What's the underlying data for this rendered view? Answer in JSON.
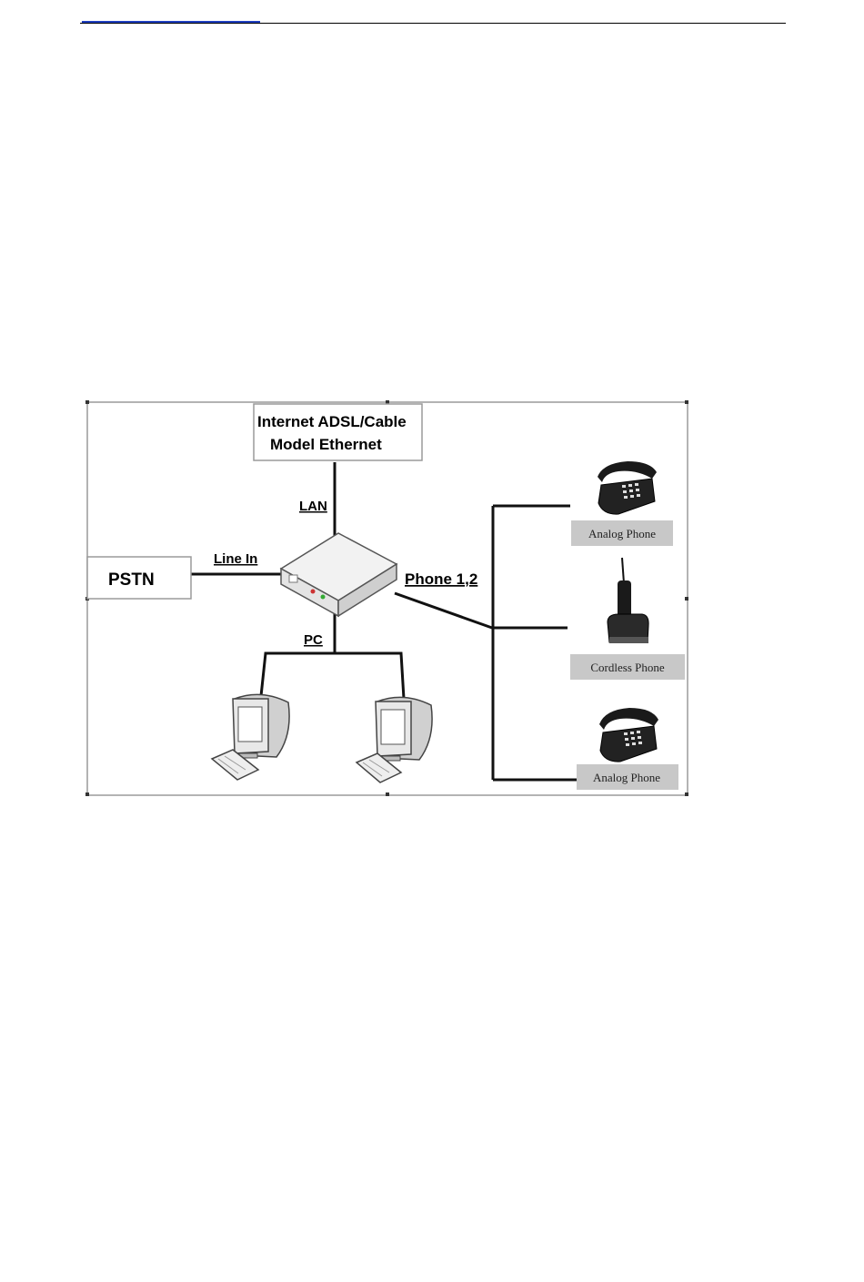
{
  "diagram": {
    "internet_box": {
      "line1": "Internet ADSL/Cable",
      "line2": "Model Ethernet"
    },
    "pstn_box": "PSTN",
    "connections": {
      "lan": "LAN",
      "line_in": "Line In",
      "phone": "Phone 1,2",
      "pc": "PC"
    },
    "devices": [
      {
        "label": "Analog Phone",
        "icon": "desk-phone-icon"
      },
      {
        "label": "Cordless Phone",
        "icon": "cordless-phone-icon"
      },
      {
        "label": "Analog Phone",
        "icon": "desk-phone-icon"
      }
    ],
    "computers": [
      {
        "icon": "computer-icon"
      },
      {
        "icon": "computer-icon"
      }
    ],
    "router_icon": "router-icon"
  }
}
